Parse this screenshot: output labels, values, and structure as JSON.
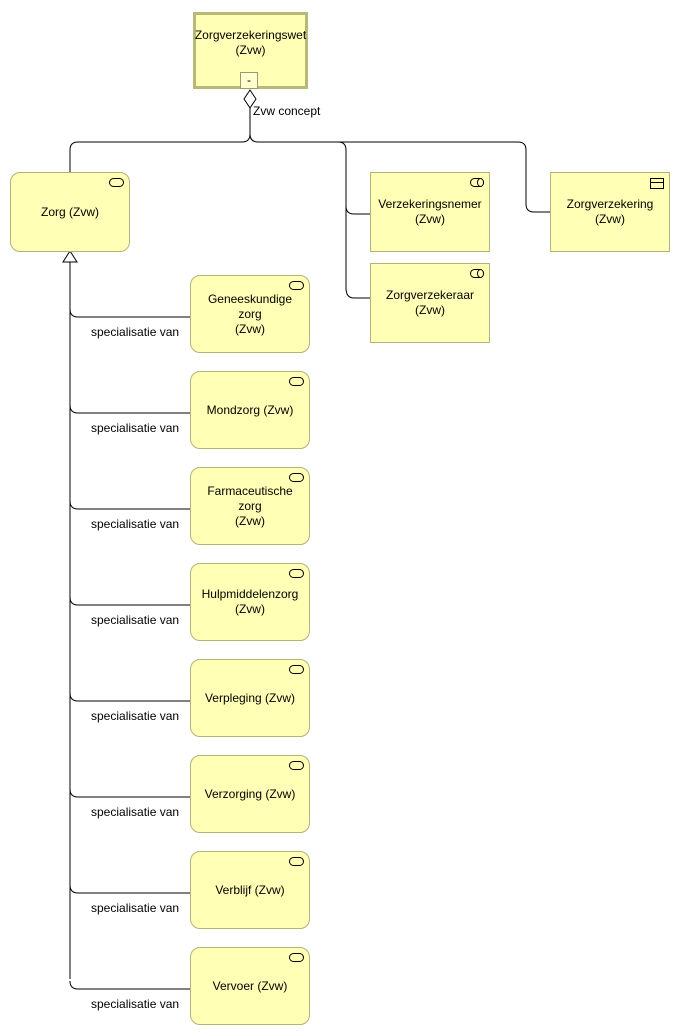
{
  "root": {
    "label": "Zorgverzekeringswet\n(Zvw)",
    "collapse": "-"
  },
  "concept_label": "Zvw concept",
  "nodes": {
    "zorg": "Zorg (Zvw)",
    "verzekeringsnemer": "Verzekeringsnemer\n(Zvw)",
    "zorgverzekeraar": "Zorgverzekeraar\n(Zvw)",
    "zorgverzekering": "Zorgverzekering\n(Zvw)"
  },
  "specializations": [
    {
      "label": "Geneeskundige zorg\n(Zvw)",
      "relation": "specialisatie van"
    },
    {
      "label": "Mondzorg (Zvw)",
      "relation": "specialisatie van"
    },
    {
      "label": "Farmaceutische zorg\n(Zvw)",
      "relation": "specialisatie van"
    },
    {
      "label": "Hulpmiddelenzorg\n(Zvw)",
      "relation": "specialisatie van"
    },
    {
      "label": "Verpleging (Zvw)",
      "relation": "specialisatie van"
    },
    {
      "label": "Verzorging (Zvw)",
      "relation": "specialisatie van"
    },
    {
      "label": "Verblijf (Zvw)",
      "relation": "specialisatie van"
    },
    {
      "label": "Vervoer (Zvw)",
      "relation": "specialisatie van"
    }
  ],
  "colors": {
    "node_fill": "#ffffb5",
    "node_border": "#b3b379",
    "line": "#000000"
  }
}
